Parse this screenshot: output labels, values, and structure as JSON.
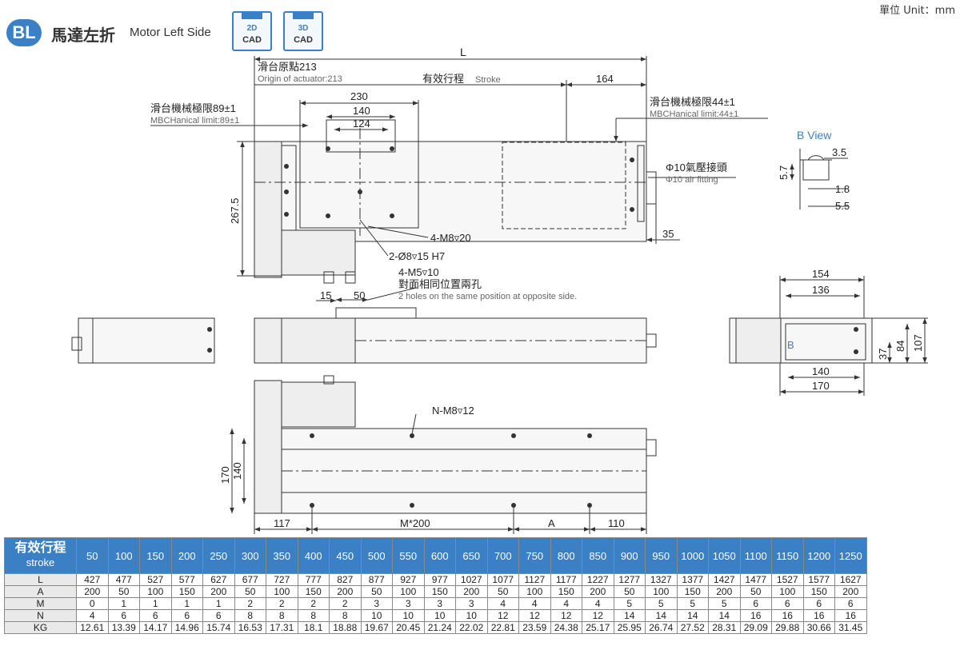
{
  "header": {
    "badge": "BL",
    "title_zh": "馬達左折",
    "title_en": "Motor Left Side",
    "cad_2d": {
      "dim": "2D",
      "label": "CAD"
    },
    "cad_3d": {
      "dim": "3D",
      "label": "CAD"
    },
    "unit": "單位 Unit：mm"
  },
  "drawing": {
    "top": {
      "L": "L",
      "origin_zh": "滑台原點213",
      "origin_en": "Origin of actuator:213",
      "stroke_zh": "有效行程",
      "stroke_en": "Stroke",
      "dim_164": "164",
      "dim_230": "230",
      "dim_140": "140",
      "dim_124": "124",
      "mech_left_zh": "滑台機械極限89±1",
      "mech_left_en": "MBCHanical limit:89±1",
      "mech_right_zh": "滑台機械極限44±1",
      "mech_right_en": "MBCHanical limit:44±1",
      "air_zh": "Φ10氣壓接頭",
      "air_en": "Φ10 air fitting",
      "dim_267_5": "267.5",
      "m8": "4-M8▿20",
      "dowel": "2-Ø8▿15 H7",
      "dim_35": "35"
    },
    "bview": {
      "title": "B View",
      "d35": "3.5",
      "d57": "5.7",
      "d18": "1.8",
      "d55": "5.5"
    },
    "side": {
      "m5": "4-M5▿10",
      "m5_zh": "對面相同位置兩孔",
      "m5_en": "2 holes on the same position at opposite side.",
      "d15": "15",
      "d50": "50"
    },
    "end": {
      "d154": "154",
      "d136": "136",
      "d140": "140",
      "d170": "170",
      "d37": "37",
      "d84": "84",
      "d107": "107",
      "b_marker": "B"
    },
    "bottom": {
      "nm8": "N-M8▿12",
      "d170": "170",
      "d140": "140",
      "d117": "117",
      "m200": "M*200",
      "a": "A",
      "d110": "110"
    }
  },
  "colors": {
    "accent": "#3b7fc4",
    "line": "#333333",
    "table_header": "#3b7fc4"
  },
  "table": {
    "header_zh": "有效行程",
    "header_en": "stroke",
    "strokes": [
      "50",
      "100",
      "150",
      "200",
      "250",
      "300",
      "350",
      "400",
      "450",
      "500",
      "550",
      "600",
      "650",
      "700",
      "750",
      "800",
      "850",
      "900",
      "950",
      "1000",
      "1050",
      "1100",
      "1150",
      "1200",
      "1250"
    ],
    "rows": [
      {
        "label": "L",
        "values": [
          "427",
          "477",
          "527",
          "577",
          "627",
          "677",
          "727",
          "777",
          "827",
          "877",
          "927",
          "977",
          "1027",
          "1077",
          "1127",
          "1177",
          "1227",
          "1277",
          "1327",
          "1377",
          "1427",
          "1477",
          "1527",
          "1577",
          "1627"
        ]
      },
      {
        "label": "A",
        "values": [
          "200",
          "50",
          "100",
          "150",
          "200",
          "50",
          "100",
          "150",
          "200",
          "50",
          "100",
          "150",
          "200",
          "50",
          "100",
          "150",
          "200",
          "50",
          "100",
          "150",
          "200",
          "50",
          "100",
          "150",
          "200"
        ]
      },
      {
        "label": "M",
        "values": [
          "0",
          "1",
          "1",
          "1",
          "1",
          "2",
          "2",
          "2",
          "2",
          "3",
          "3",
          "3",
          "3",
          "4",
          "4",
          "4",
          "4",
          "5",
          "5",
          "5",
          "5",
          "6",
          "6",
          "6",
          "6"
        ]
      },
      {
        "label": "N",
        "values": [
          "4",
          "6",
          "6",
          "6",
          "6",
          "8",
          "8",
          "8",
          "8",
          "10",
          "10",
          "10",
          "10",
          "12",
          "12",
          "12",
          "12",
          "14",
          "14",
          "14",
          "14",
          "16",
          "16",
          "16",
          "16"
        ]
      },
      {
        "label": "KG",
        "values": [
          "12.61",
          "13.39",
          "14.17",
          "14.96",
          "15.74",
          "16.53",
          "17.31",
          "18.1",
          "18.88",
          "19.67",
          "20.45",
          "21.24",
          "22.02",
          "22.81",
          "23.59",
          "24.38",
          "25.17",
          "25.95",
          "26.74",
          "27.52",
          "28.31",
          "29.09",
          "29.88",
          "30.66",
          "31.45"
        ]
      }
    ]
  }
}
